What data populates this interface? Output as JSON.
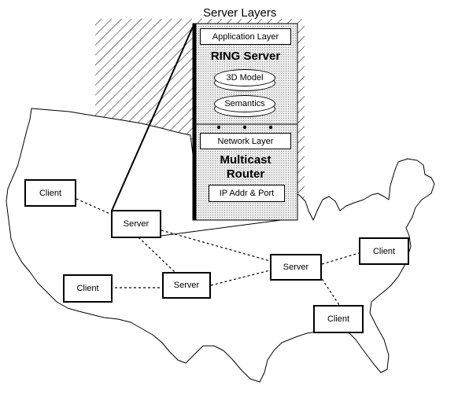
{
  "diagram": {
    "title": "Server Layers",
    "layers": {
      "application": {
        "header": "Application Layer",
        "title": "RING Server",
        "components": [
          "3D Model",
          "Semantics"
        ]
      },
      "network": {
        "header": "Network Layer",
        "title_line1": "Multicast",
        "title_line2": "Router",
        "component": "IP Addr & Port"
      }
    },
    "nodes": {
      "server_west": "Server",
      "server_central": "Server",
      "server_east": "Server",
      "client_northwest": "Client",
      "client_southwest": "Client",
      "client_northeast": "Client",
      "client_southeast": "Client"
    },
    "colors": {
      "ink": "#000000",
      "panel_fill": "#d8d8d8",
      "background": "#ffffff"
    }
  }
}
